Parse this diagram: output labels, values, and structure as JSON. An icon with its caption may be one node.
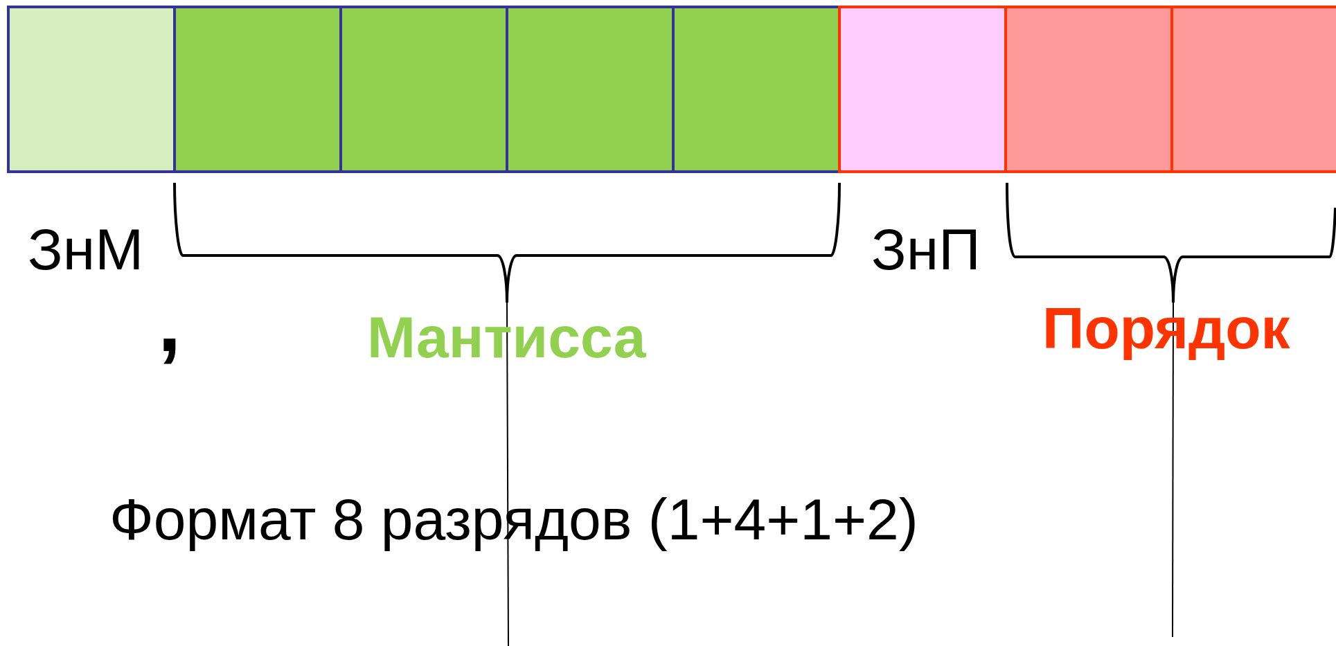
{
  "diagram": {
    "nodes": [
      {
        "text": [],
        "shape": "box"
      },
      {
        "text": [],
        "shape": "box"
      },
      {
        "text": [],
        "shape": "box"
      },
      {
        "text": [],
        "shape": "box"
      },
      {
        "text": [],
        "shape": "box"
      },
      {
        "text": [],
        "shape": "box"
      },
      {
        "text": [],
        "shape": "box"
      },
      {
        "text": [],
        "shape": "box"
      }
    ],
    "edges": [],
    "labels": [
      "ЗнМ",
      "ЗнП",
      ",",
      "Мантисса",
      "Порядок",
      "Формат 8 разрядов (1+4+1+2)"
    ]
  }
}
